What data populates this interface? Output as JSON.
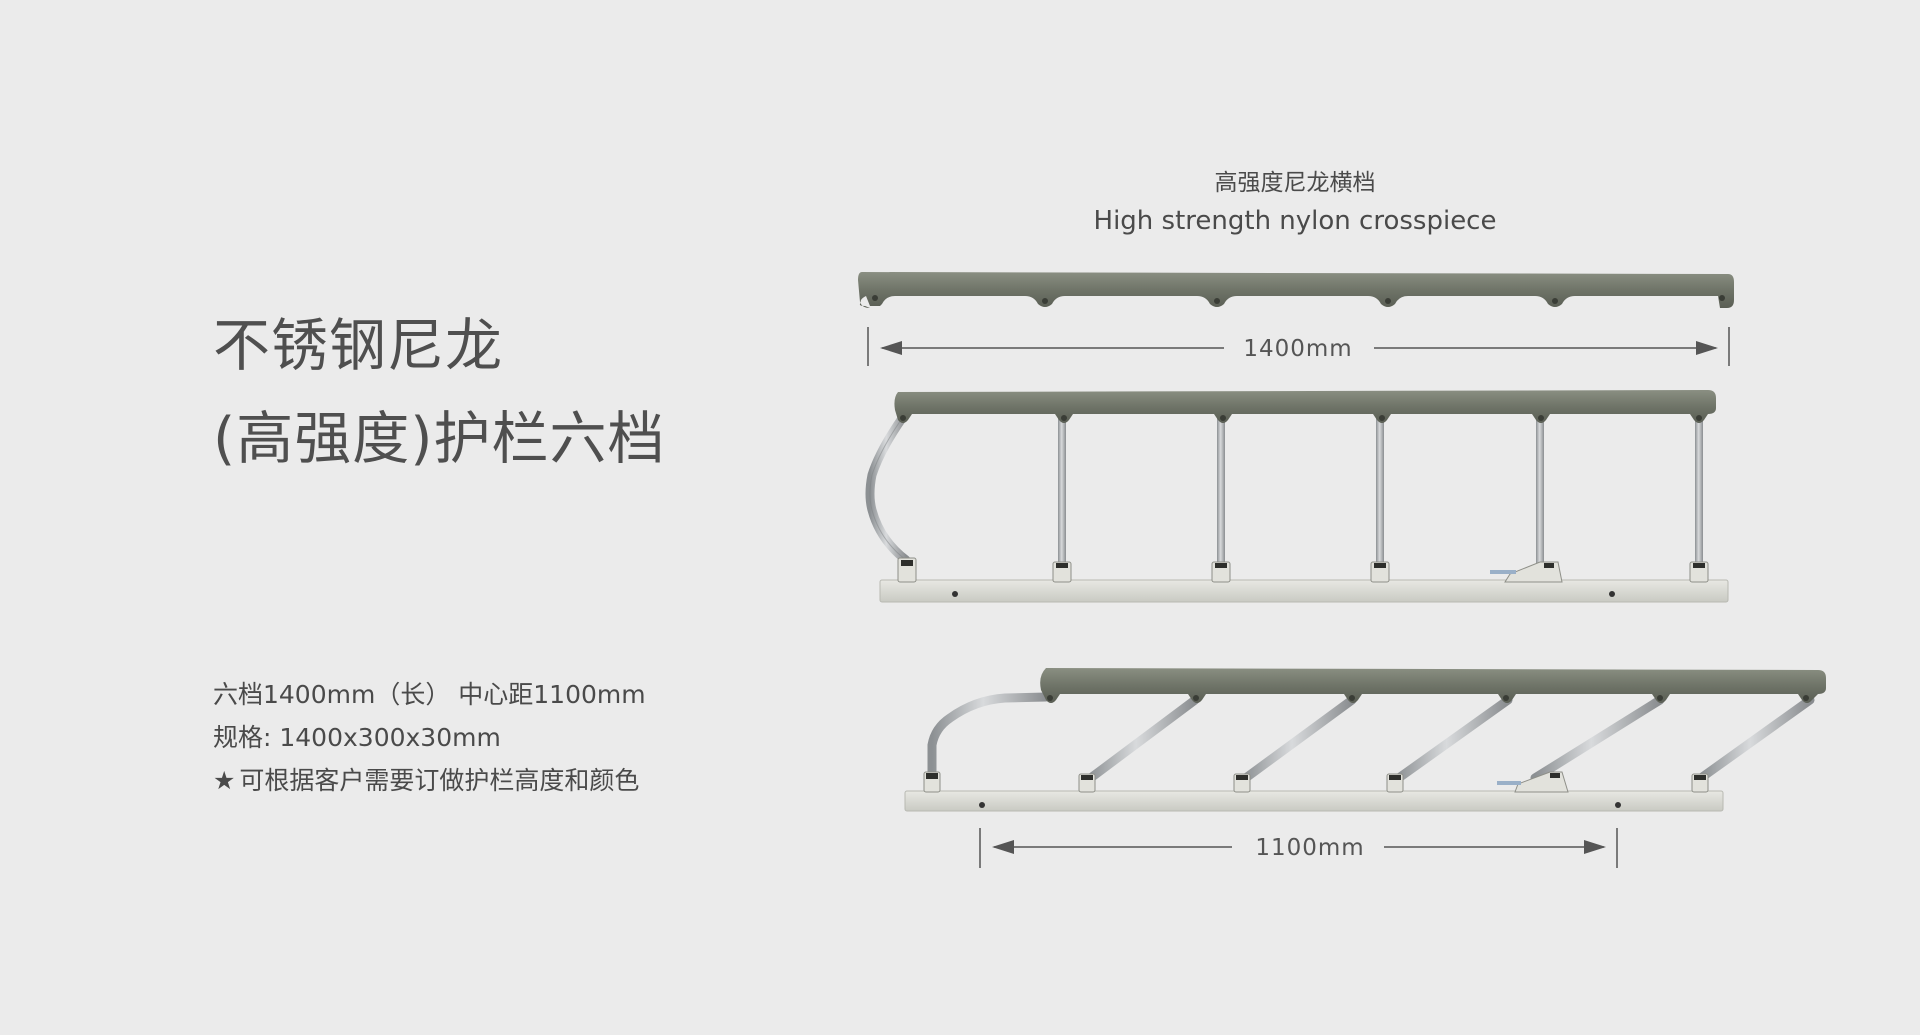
{
  "heading": {
    "line1": "不锈钢尼龙",
    "line2": "(高强度)护栏六档"
  },
  "specs": {
    "line1": "六档1400mm（长） 中心距1100mm",
    "line2": "规格: 1400x300x30mm",
    "note_star": "★",
    "note_text": "可根据客户需要订做护栏高度和颜色"
  },
  "crosspiece": {
    "caption_cn": "高强度尼龙横档",
    "caption_en": "High strength nylon crosspiece"
  },
  "dimensions": {
    "top_length": "1400mm",
    "center_distance": "1100mm"
  },
  "colors": {
    "background": "#ebebeb",
    "nylon_rail": "#6f7468",
    "steel_tube": "#b4b7b9",
    "base_bar": "#dcdcd6",
    "dimension_line": "#555555"
  }
}
